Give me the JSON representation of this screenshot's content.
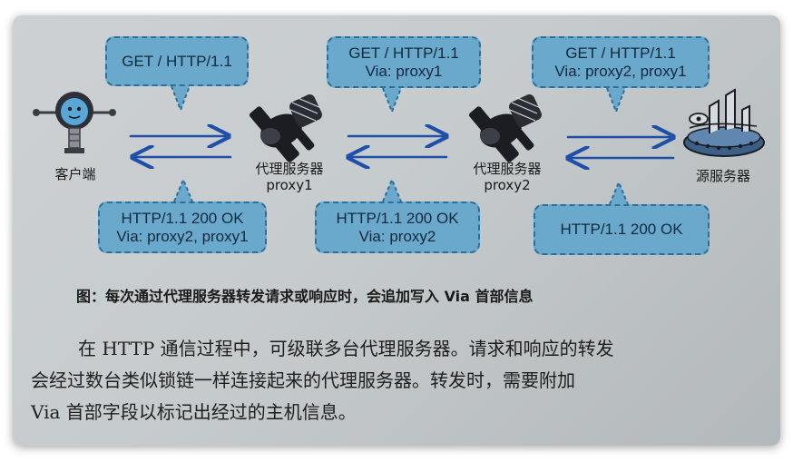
{
  "requests": [
    {
      "lines": [
        "GET / HTTP/1.1"
      ]
    },
    {
      "lines": [
        "GET / HTTP/1.1",
        "Via: proxy1"
      ]
    },
    {
      "lines": [
        "GET / HTTP/1.1",
        "Via: proxy2, proxy1"
      ]
    }
  ],
  "responses": [
    {
      "lines": [
        "HTTP/1.1 200 OK",
        "Via: proxy2, proxy1"
      ]
    },
    {
      "lines": [
        "HTTP/1.1 200 OK",
        "Via: proxy2"
      ]
    },
    {
      "lines": [
        "HTTP/1.1 200 OK"
      ]
    }
  ],
  "nodes": {
    "client": {
      "label": "客户端"
    },
    "proxy1": {
      "label": "代理服务器",
      "name": "proxy1"
    },
    "proxy2": {
      "label": "代理服务器",
      "name": "proxy2"
    },
    "origin": {
      "label": "源服务器"
    }
  },
  "caption": "图：每次通过代理服务器转发请求或响应时，会追加写入 Via 首部信息",
  "paragraph": [
    "在 HTTP 通信过程中，可级联多台代理服务器。请求和响应的转发",
    "会经过数台类似锁链一样连接起来的代理服务器。转发时，需要附加",
    "Via 首部字段以标记出经过的主机信息。"
  ],
  "colors": {
    "bubble_fill": "#6aa8cc",
    "bubble_border": "#2d6f9b",
    "arrow": "#1f4fa8",
    "icon_dark": "#1b1d22"
  }
}
